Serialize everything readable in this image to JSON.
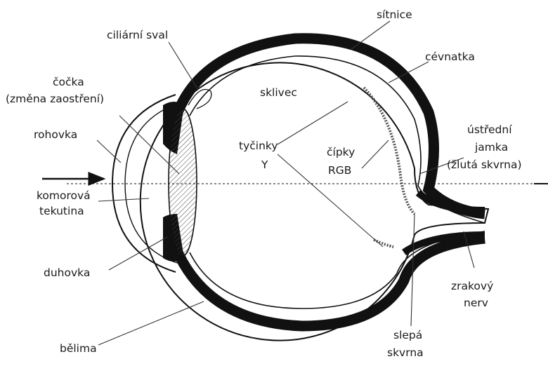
{
  "labels": {
    "ciliarni_sval": "ciliární sval",
    "sitnice": "sítnice",
    "cevnatka": "cévnatka",
    "cocka_1": "čočka",
    "cocka_2": "(změna zaostření)",
    "sklivec": "sklivec",
    "rohovka": "rohovka",
    "tycinky_1": "tyčinky",
    "tycinky_2": "Y",
    "cipky_1": "čípky",
    "cipky_2": "RGB",
    "ustredni_1": "ústřední",
    "ustredni_2": "jamka",
    "ustredni_3": "(žlutá skvrna)",
    "komorova_1": "komorová",
    "komorova_2": "tekutina",
    "duhovka": "duhovka",
    "zrakovy_1": "zrakový",
    "zrakovy_2": "nerv",
    "slepa_1": "slepá",
    "slepa_2": "skvrna",
    "belima": "bělima"
  },
  "colors": {
    "ink": "#111111",
    "line": "#333333",
    "background": "#ffffff"
  }
}
